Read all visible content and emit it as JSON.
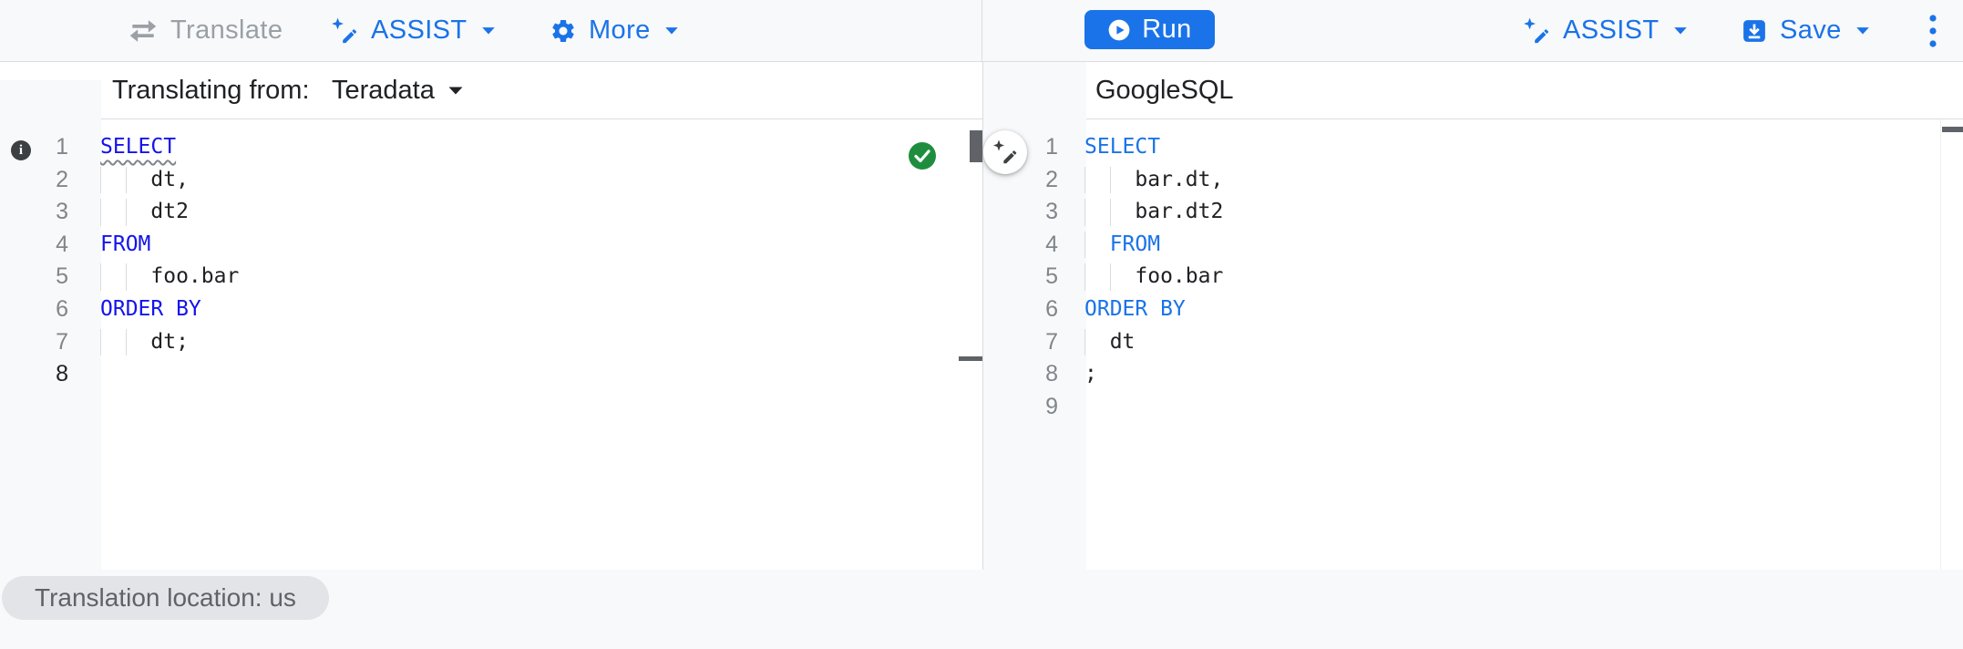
{
  "toolbar": {
    "translate_label": "Translate",
    "assist_left_label": "ASSIST",
    "more_label": "More",
    "run_label": "Run",
    "assist_right_label": "ASSIST",
    "save_label": "Save"
  },
  "left_pane": {
    "header_label": "Translating from:",
    "dialect_selected": "Teradata",
    "status": "translation-valid",
    "editor": {
      "active_line": 8,
      "lines": [
        {
          "segments": [
            {
              "text": "SELECT",
              "type": "keyword",
              "squiggle": true
            }
          ],
          "guides": []
        },
        {
          "segments": [
            {
              "text": "    dt,",
              "type": "plain"
            }
          ],
          "guides": [
            0,
            2
          ]
        },
        {
          "segments": [
            {
              "text": "    dt2",
              "type": "plain"
            }
          ],
          "guides": [
            0,
            2
          ]
        },
        {
          "segments": [
            {
              "text": "FROM",
              "type": "keyword"
            }
          ],
          "guides": []
        },
        {
          "segments": [
            {
              "text": "    foo.bar",
              "type": "plain"
            }
          ],
          "guides": [
            0,
            2
          ]
        },
        {
          "segments": [
            {
              "text": "ORDER BY",
              "type": "keyword"
            }
          ],
          "guides": []
        },
        {
          "segments": [
            {
              "text": "    dt;",
              "type": "plain"
            }
          ],
          "guides": [
            0,
            2
          ]
        },
        {
          "segments": [],
          "guides": []
        }
      ]
    }
  },
  "right_pane": {
    "header_label": "GoogleSQL",
    "editor": {
      "active_line": 0,
      "lines": [
        {
          "segments": [
            {
              "text": "SELECT",
              "type": "keyword"
            }
          ],
          "guides": []
        },
        {
          "segments": [
            {
              "text": "    bar.dt,",
              "type": "plain"
            }
          ],
          "guides": [
            0,
            2
          ]
        },
        {
          "segments": [
            {
              "text": "    bar.dt2",
              "type": "plain"
            }
          ],
          "guides": [
            0,
            2
          ]
        },
        {
          "segments": [
            {
              "text": "  ",
              "type": "plain"
            },
            {
              "text": "FROM",
              "type": "keyword"
            }
          ],
          "guides": [
            0
          ]
        },
        {
          "segments": [
            {
              "text": "    foo.bar",
              "type": "plain"
            }
          ],
          "guides": [
            0,
            2
          ]
        },
        {
          "segments": [
            {
              "text": "ORDER BY",
              "type": "keyword"
            }
          ],
          "guides": []
        },
        {
          "segments": [
            {
              "text": "  dt",
              "type": "plain"
            }
          ],
          "guides": [
            0
          ]
        },
        {
          "segments": [
            {
              "text": ";",
              "type": "plain"
            }
          ],
          "guides": []
        },
        {
          "segments": [],
          "guides": []
        }
      ]
    }
  },
  "footer": {
    "location_chip": "Translation location: us"
  },
  "colors": {
    "accent_blue": "#1a73e8",
    "keyword_blue_left": "#1414eb",
    "keyword_blue_right": "#1a73e8",
    "success_green": "#1e8e3e",
    "disabled_gray": "#9aa0a6",
    "toolbar_bg": "#f8f9fa",
    "border": "#dadce0"
  }
}
